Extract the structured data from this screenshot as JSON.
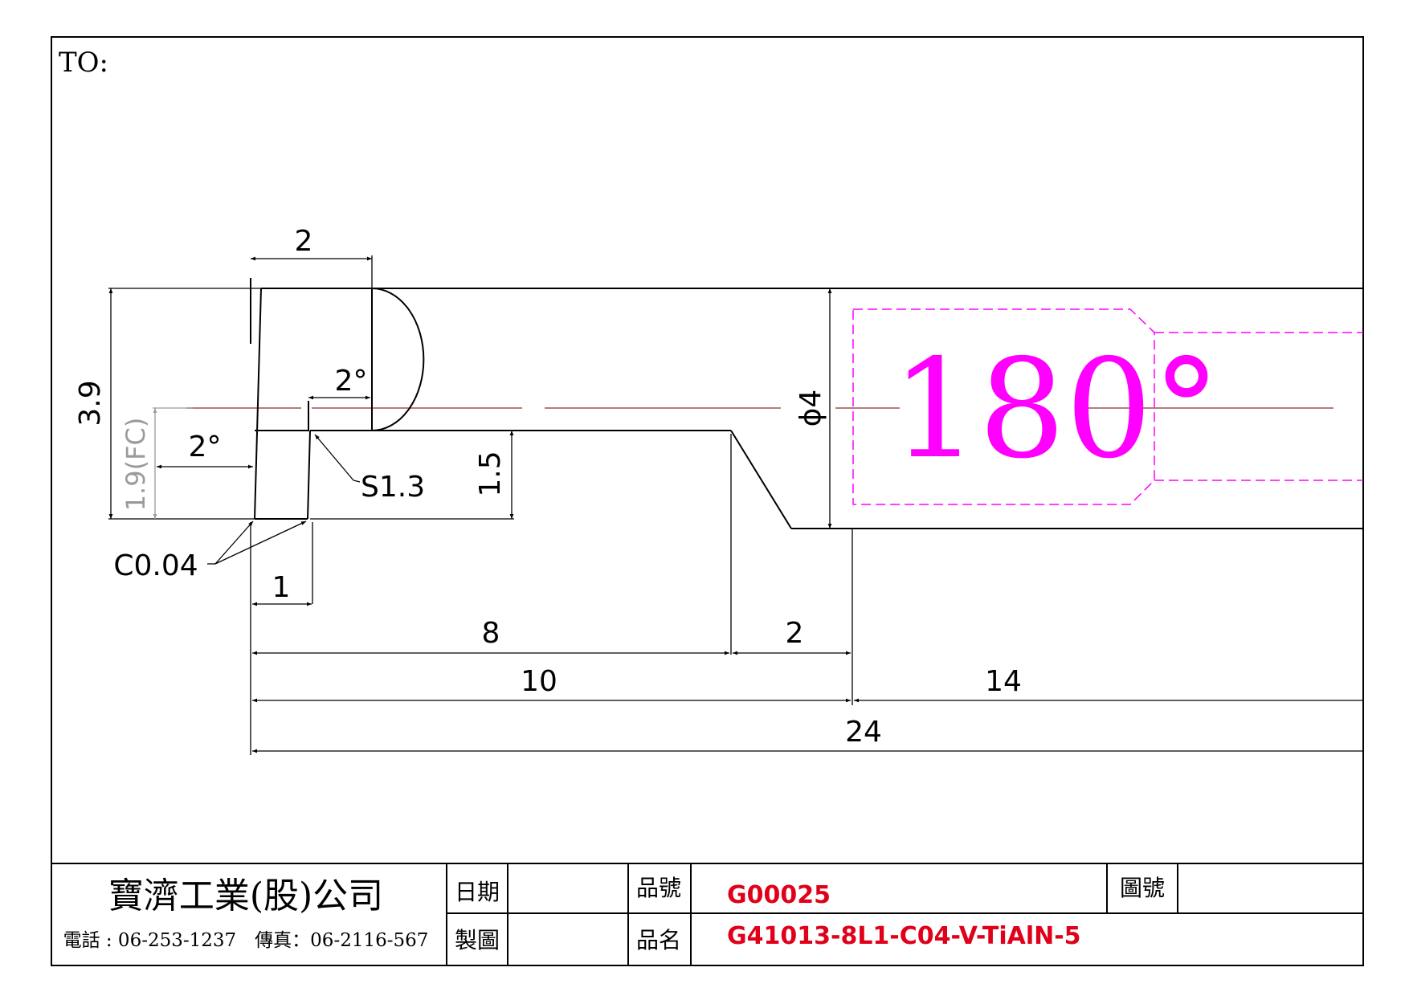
{
  "header": {
    "to_label": "TO:"
  },
  "dimensions": {
    "head_width": "2",
    "total_height": "3.9",
    "fc_height": "1.9(FC)",
    "relief_angle_left": "2°",
    "relief_angle_top": "2°",
    "radius": "S1.3",
    "neck_depth": "1.5",
    "chamfer": "C0.04",
    "head_thickness": "1",
    "neck_length": "8",
    "taper_length": "2",
    "shoulder_length": "10",
    "shank_length": "14",
    "overall_length": "24",
    "shank_diameter": "ϕ4"
  },
  "annotation": {
    "angle": "180°"
  },
  "title_block": {
    "company": "寶濟工業(股)公司",
    "contact": "電話 : 06-253-1237　傳真：06-2116-567",
    "date_label": "日期",
    "drawn_label": "製圖",
    "date_value": "",
    "drawn_value": "",
    "part_no_label": "品號",
    "part_no": "G00025",
    "part_name_label": "品名",
    "part_name": "G41013-8L1-C04-V-TiAlN-5",
    "drawing_no_label": "圖號",
    "drawing_no": ""
  },
  "colors": {
    "magenta": "#ff00ff",
    "centerline": "#a05050",
    "title_red": "#e0001a",
    "gray_dim": "#9a9a9a"
  }
}
